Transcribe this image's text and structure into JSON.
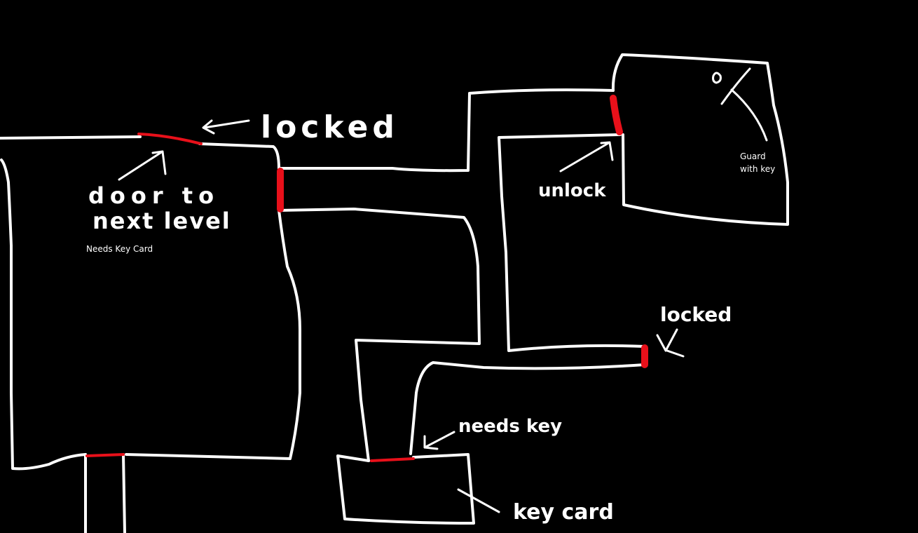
{
  "colors": {
    "background": "#000000",
    "walls": "#ffffff",
    "doors": "#e8101a",
    "text": "#ffffff"
  },
  "labels": {
    "locked_top": "locked",
    "door_next_level_line1": "door to",
    "door_next_level_line2": "next level",
    "needs_key_card": "Needs Key Card",
    "guard_line1": "Guard",
    "guard_line2": "with key",
    "unlock": "unlock",
    "locked_right": "locked",
    "needs_key": "needs key",
    "key_card": "key card"
  },
  "icons": {
    "guard": "guard-figure-icon"
  }
}
